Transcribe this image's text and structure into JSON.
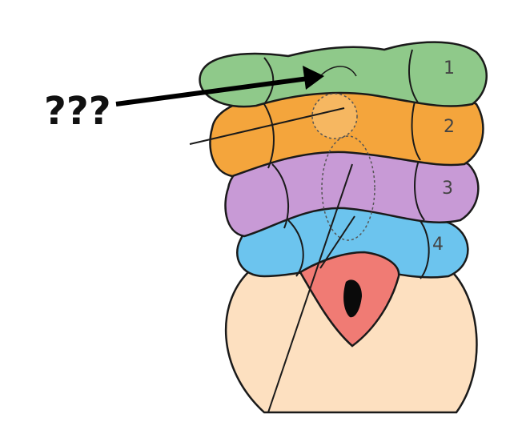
{
  "question_label": "???",
  "arches": [
    {
      "number": "1"
    },
    {
      "number": "2"
    },
    {
      "number": "3"
    },
    {
      "number": "4"
    }
  ],
  "colors": {
    "arch1": "#8fc98a",
    "arch2": "#f4a53c",
    "arch3": "#c89ad6",
    "arch4": "#6cc4ee",
    "stomodeum": "#f07b74",
    "heart_body": "#fde0c0",
    "outline": "#1a1a1a",
    "arrow": "#000000"
  }
}
